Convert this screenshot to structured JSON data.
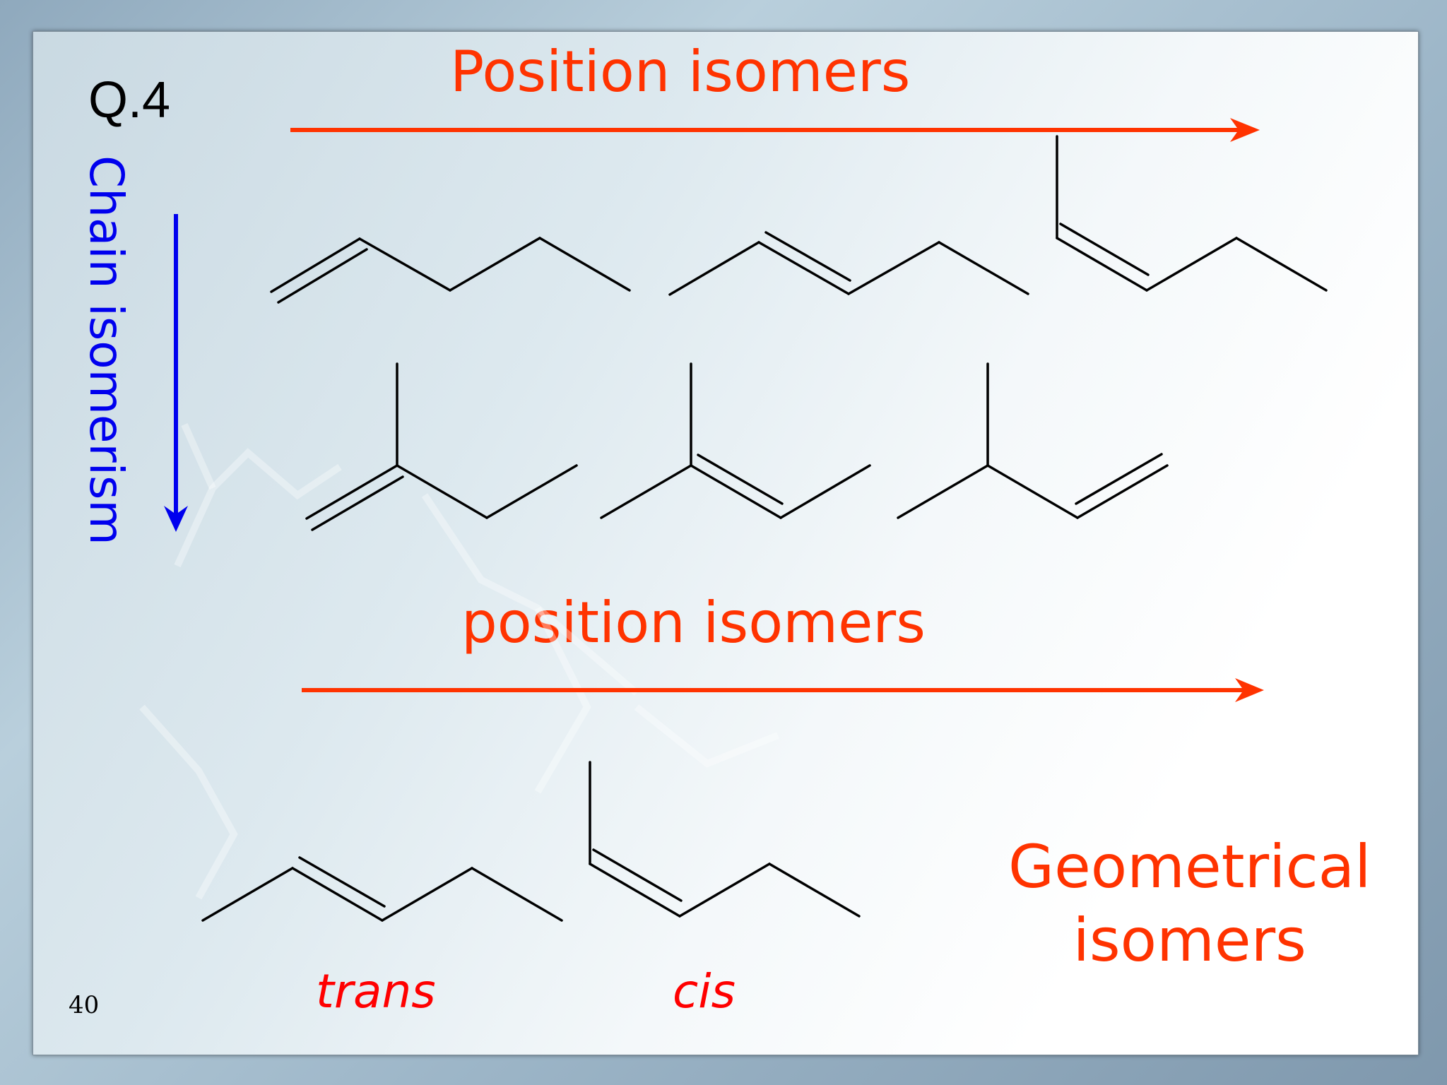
{
  "slide": {
    "question_label": "Q.4",
    "position_isomers_top": "Position isomers",
    "chain_isomerism": "Chain isomerism",
    "position_isomers_mid": "position isomers",
    "geometrical_isomers": [
      "Geometrical",
      "isomers"
    ],
    "trans_label": "trans",
    "cis_label": "cis",
    "page_number": "40"
  },
  "colors": {
    "arrow_orange": "#ff3300",
    "arrow_blue": "#0000ee",
    "label_red": "#ff0000",
    "bond_black": "#000000"
  }
}
